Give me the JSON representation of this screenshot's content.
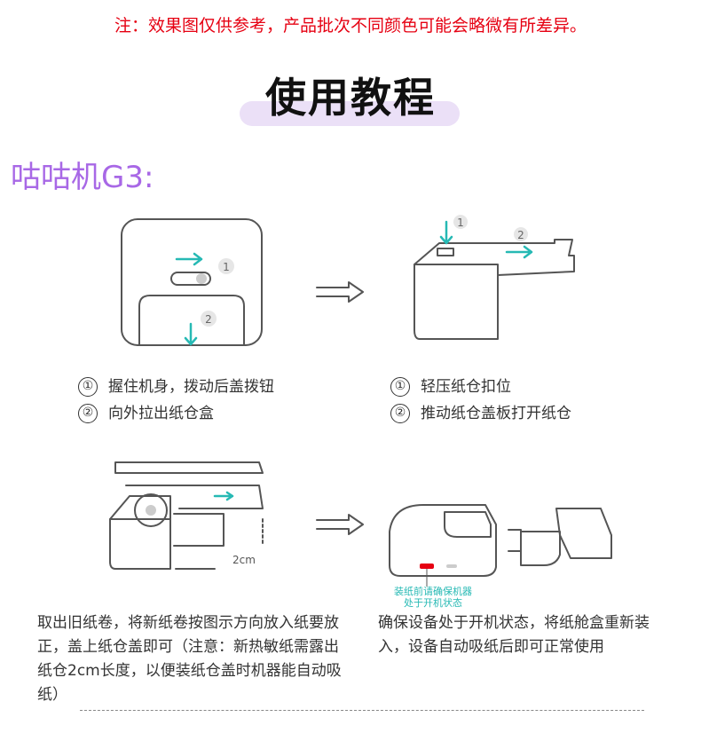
{
  "note": "注：效果图仅供参考，产品批次不同颜色可能会略微有所差异。",
  "title": "使用教程",
  "model": "咕咕机G3:",
  "colors": {
    "note": "#e60012",
    "model": "#a868e6",
    "pill": "#ebe0f7",
    "arrow": "#26b9b4"
  },
  "step1": {
    "items": [
      {
        "n": "①",
        "text": "握住机身，拨动后盖拨钮"
      },
      {
        "n": "②",
        "text": "向外拉出纸仓盒"
      }
    ],
    "marks": [
      "1",
      "2"
    ]
  },
  "step2": {
    "items": [
      {
        "n": "①",
        "text": "轻压纸仓扣位"
      },
      {
        "n": "②",
        "text": "推动纸仓盖板打开纸仓"
      }
    ],
    "marks": [
      "1",
      "2"
    ]
  },
  "step3": {
    "text": "取出旧纸卷，将新纸卷按图示方向放入纸要放正，盖上纸仓盖即可（注意：新热敏纸需露出纸仓2cm长度，以便装纸仓盖时机器能自动吸纸）",
    "measure": "2cm"
  },
  "step4": {
    "text": "确保设备处于开机状态，将纸舱盒重新装入，设备自动吸纸后即可正常使用",
    "caption_line1": "装纸前请确保机器",
    "caption_line2": "处于开机状态"
  }
}
